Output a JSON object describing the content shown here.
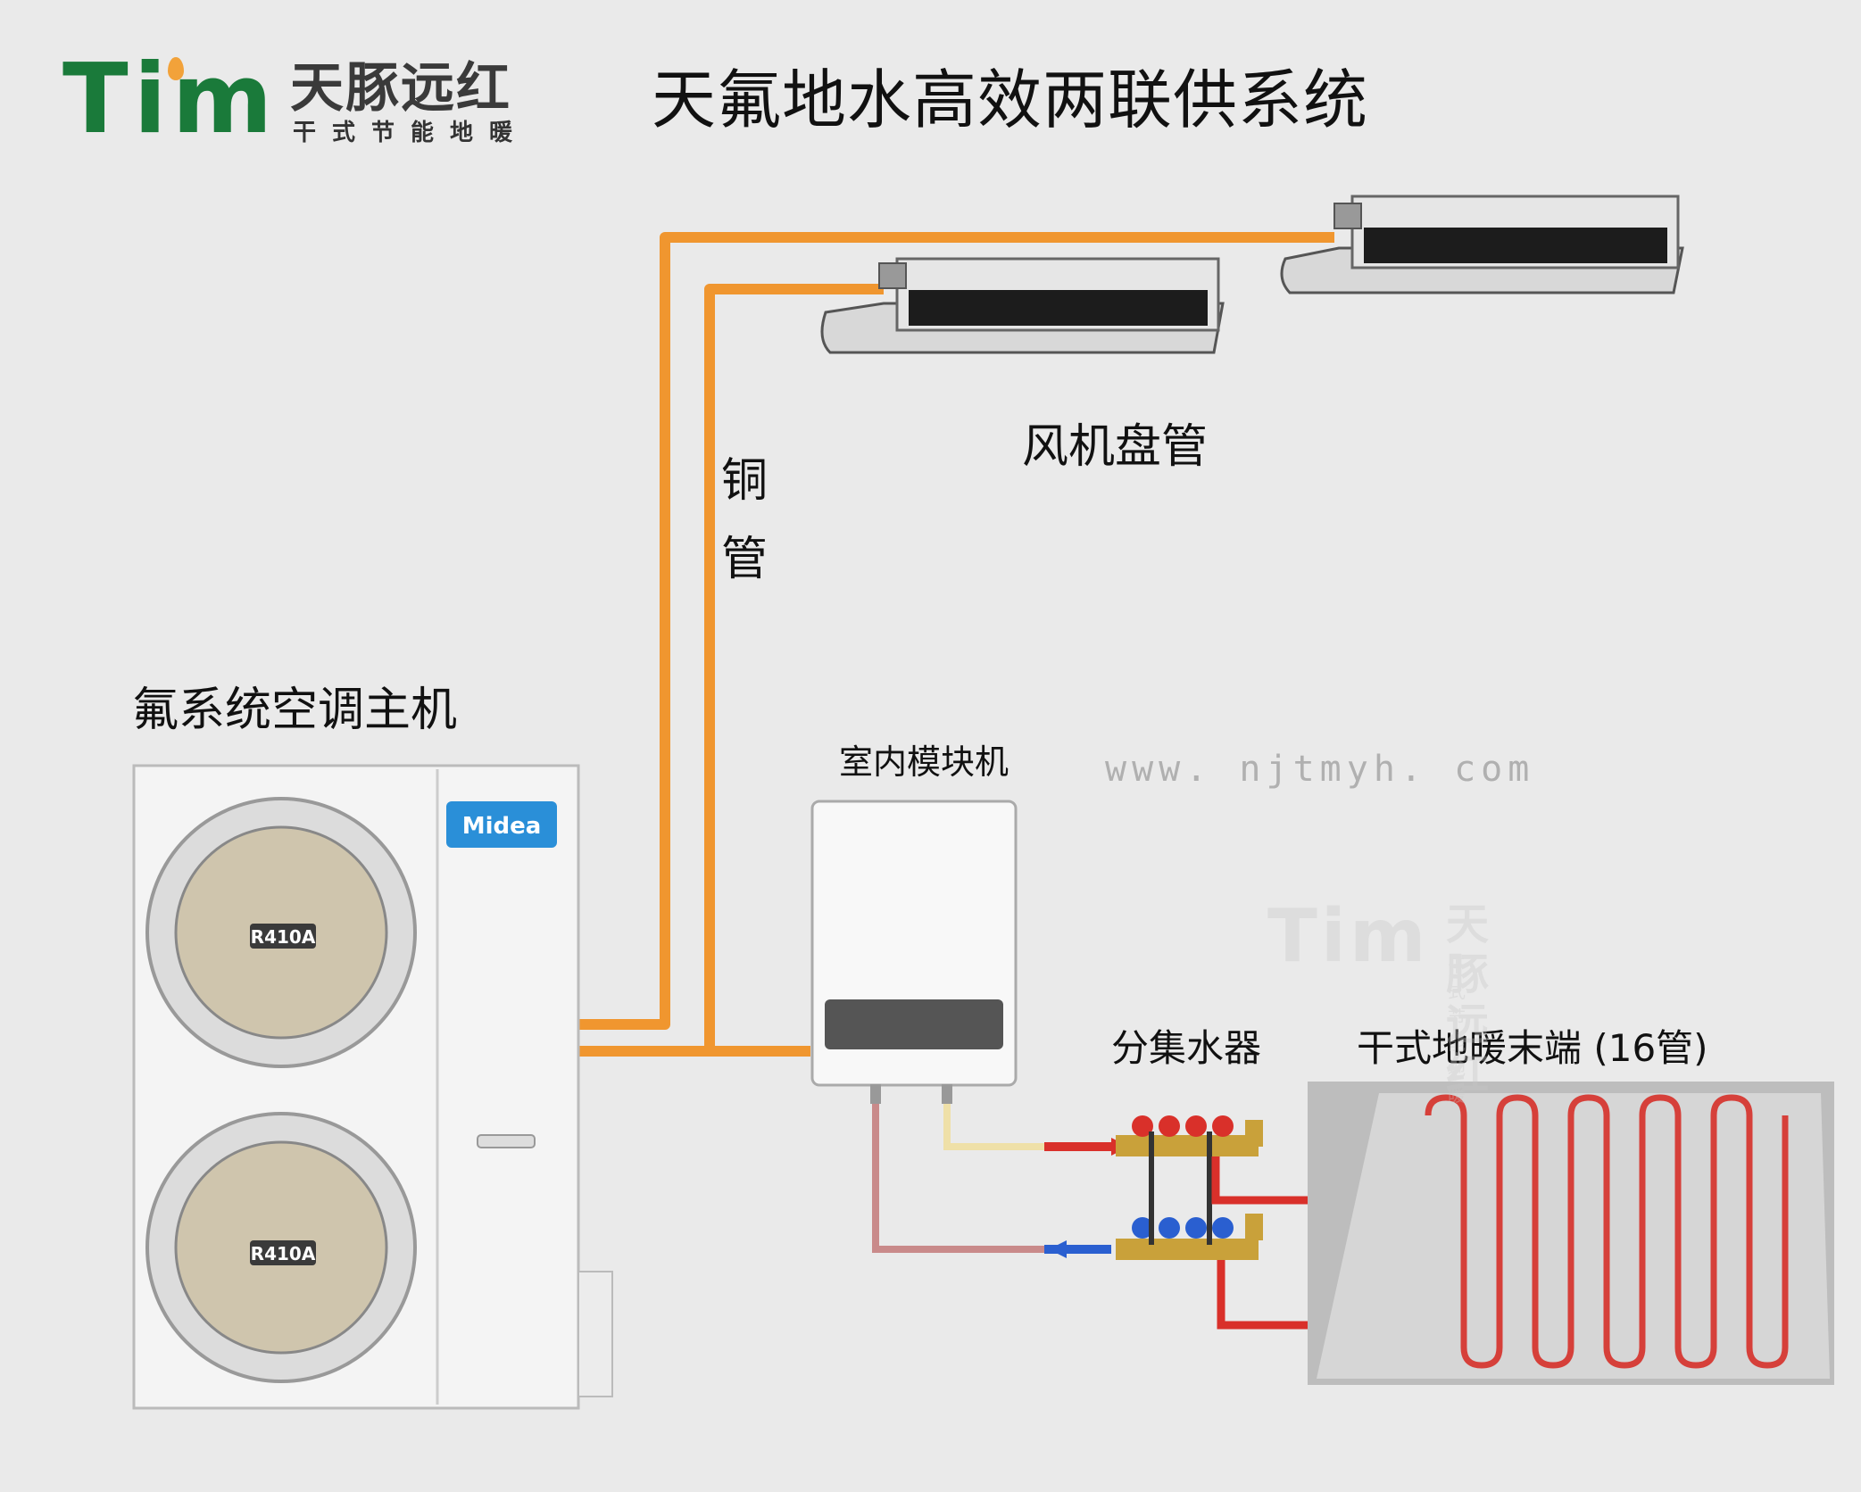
{
  "logo": {
    "mark": "Tim",
    "name_cn": "天豚远红",
    "tagline": "干式节能地暖"
  },
  "title": "天氟地水高效两联供系统",
  "labels": {
    "fan_coil": "风机盘管",
    "copper_pipe": "铜管",
    "outdoor_unit": "氟系统空调主机",
    "indoor_module": "室内模块机",
    "website": "www. njtmyh. com",
    "manifold": "分集水器",
    "floor_heating": "干式地暖末端 (16管)"
  },
  "unit_badges": {
    "brand": "Midea",
    "refrigerant_top": "R410A",
    "refrigerant_bottom": "R410A"
  },
  "colors": {
    "copper": "#f0962f",
    "hot_water": "#d9302a",
    "cold_water": "#2a5fd0",
    "logo_green": "#1a7a3a"
  }
}
